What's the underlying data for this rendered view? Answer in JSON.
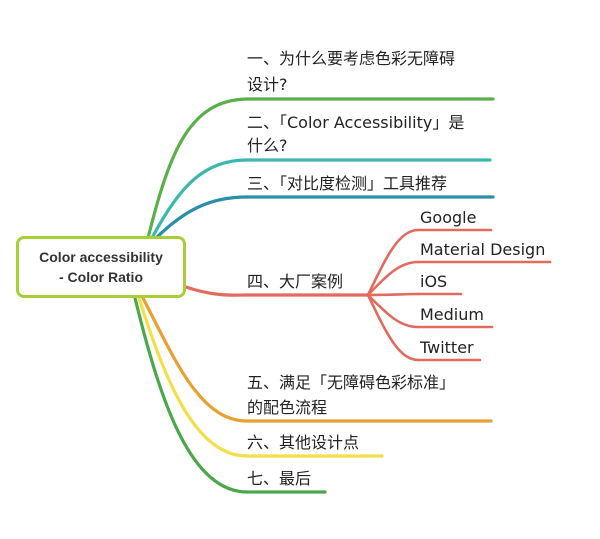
{
  "root": {
    "line1": "Color accessibility",
    "line2": "-  Color Ratio",
    "border_color": "#a6cf3a"
  },
  "branches": [
    {
      "line1": "一、为什么要考虑色彩无障碍",
      "line2": "设计?",
      "color": "#5aaf4a"
    },
    {
      "line1": "二、「Color Accessibility」是",
      "line2": "什么?",
      "color": "#3ab8b0"
    },
    {
      "line1": "三、「对比度检测」工具推荐",
      "color": "#2a8fa8"
    },
    {
      "line1": "四、大厂案例",
      "color": "#e46a5e",
      "children": [
        "Google",
        "Material Design",
        "iOS",
        "Medium",
        "Twitter"
      ]
    },
    {
      "line1": "五、满足「无障碍色彩标准」",
      "line2": "的配色流程",
      "color": "#e8a030"
    },
    {
      "line1": "六、其他设计点",
      "color": "#f2e04a"
    },
    {
      "line1": "七、最后",
      "color": "#4aa84a"
    }
  ]
}
